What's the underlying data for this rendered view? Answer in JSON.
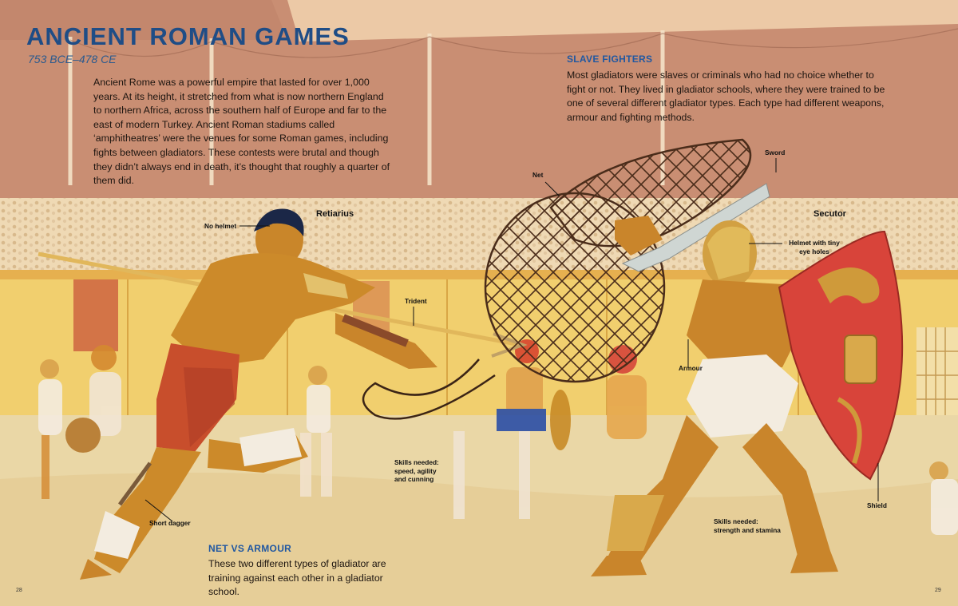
{
  "header": {
    "title": "ANCIENT ROMAN GAMES",
    "dates": "753 BCE–478 CE"
  },
  "intro": "Ancient Rome was a powerful empire that lasted for over 1,000 years. At its height, it stretched from what is now northern England to northern Africa, across the southern half of Europe and far to the east of modern Turkey. Ancient Roman stadiums called ‘amphitheatres’ were the venues for some Roman games, including fights between gladiators. These contests were brutal and though they didn’t always end in death, it’s thought that roughly a quarter of them did.",
  "slave_fighters": {
    "heading": "SLAVE FIGHTERS",
    "body": "Most gladiators were slaves or criminals who had no choice whether to fight or not. They lived in gladiator schools, where they were trained to be one of several different gladiator types. Each type had different weapons, armour and fighting methods."
  },
  "net_vs_armour": {
    "heading": "NET VS ARMOUR",
    "body": "These two different types of gladiator are training against each other in a gladiator school."
  },
  "fighters": {
    "retiarius": "Retiarius",
    "secutor": "Secutor"
  },
  "labels": {
    "no_helmet": "No helmet",
    "net": "Net",
    "sword": "Sword",
    "helmet_1": "Helmet with tiny",
    "helmet_2": "eye holes",
    "trident": "Trident",
    "armour": "Armour",
    "skills_retiarius_1": "Skills needed:",
    "skills_retiarius_2": "speed, agility",
    "skills_retiarius_3": "and cunning",
    "skills_secutor_1": "Skills needed:",
    "skills_secutor_2": "strength and stamina",
    "short_dagger": "Short dagger",
    "shield": "Shield"
  },
  "page_numbers": {
    "left": "28",
    "right": "29"
  },
  "colors": {
    "title_blue": "#1f4d86",
    "heading_blue": "#2158a1",
    "awning": "#c98e73",
    "sand": "#e8c07a",
    "shield_red": "#d8443a"
  }
}
